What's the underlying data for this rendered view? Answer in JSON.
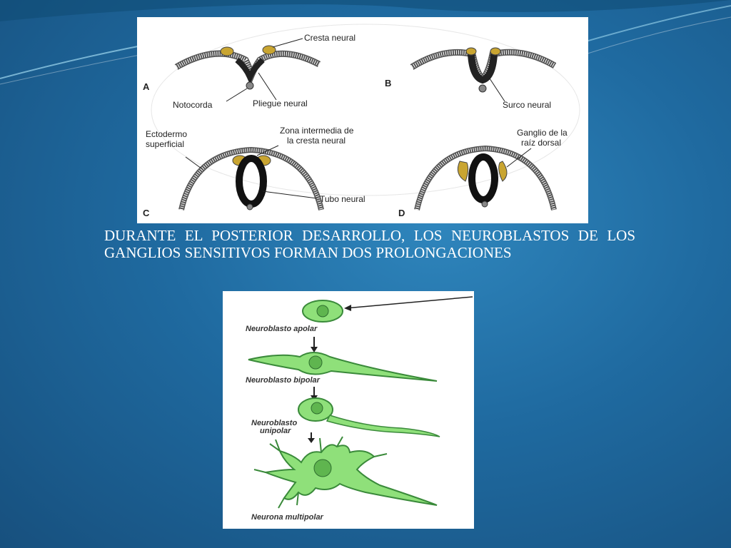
{
  "slide": {
    "body_text": "DURANTE EL POSTERIOR DESARROLLO, LOS NEUROBLASTOS DE LOS GANGLIOS SENSITIVOS FORMAN DOS PROLONGACIONES"
  },
  "figure_top": {
    "panels": {
      "a": "A",
      "b": "B",
      "c": "C",
      "d": "D"
    },
    "labels": {
      "cresta_neural": "Cresta neural",
      "notocorda": "Notocorda",
      "pliegue_neural": "Pliegue neural",
      "surco_neural": "Surco neural",
      "ectodermo_1": "Ectodermo",
      "ectodermo_2": "superficial",
      "zona_1": "Zona intermedia de",
      "zona_2": "la cresta neural",
      "tubo_neural": "Tubo neural",
      "ganglio_1": "Ganglio de la",
      "ganglio_2": "raíz dorsal"
    }
  },
  "figure_bottom": {
    "labels": {
      "apolar": "Neuroblasto apolar",
      "bipolar": "Neuroblasto bipolar",
      "unipolar_1": "Neuroblasto",
      "unipolar_2": "unipolar",
      "multipolar": "Neurona multipolar"
    }
  },
  "colors": {
    "background": "#1f6aa0",
    "crest": "#c9a531",
    "cell_green": "#8fe07a"
  }
}
